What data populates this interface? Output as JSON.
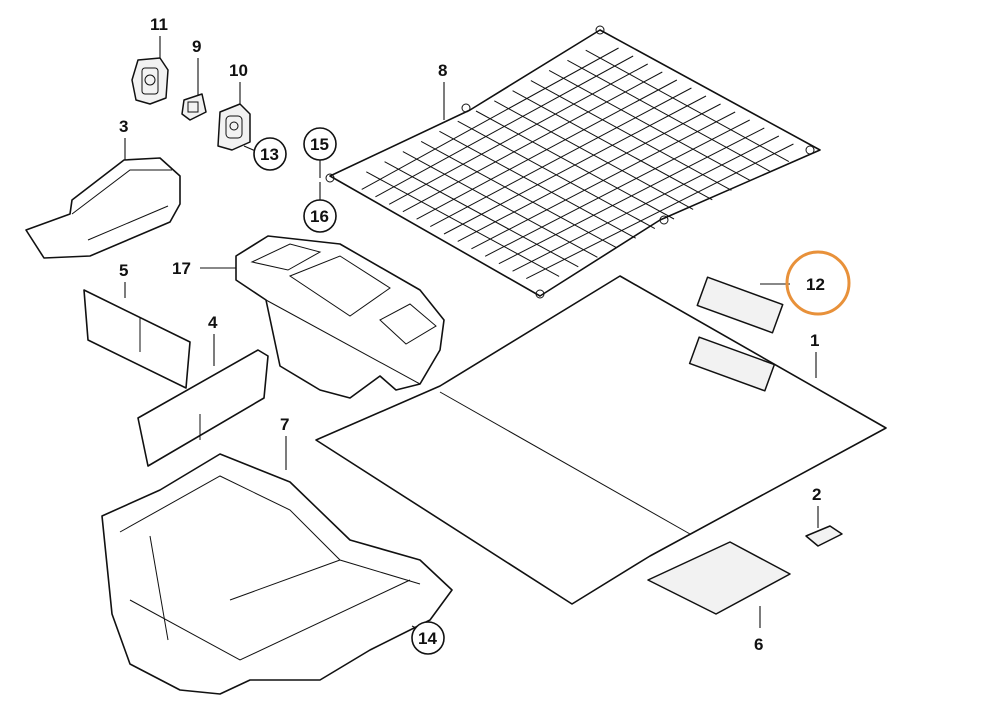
{
  "highlight_color": "#E8913A",
  "callouts": [
    {
      "id": "1",
      "text": "1"
    },
    {
      "id": "2",
      "text": "2"
    },
    {
      "id": "3",
      "text": "3"
    },
    {
      "id": "4",
      "text": "4"
    },
    {
      "id": "5",
      "text": "5"
    },
    {
      "id": "6",
      "text": "6"
    },
    {
      "id": "7",
      "text": "7"
    },
    {
      "id": "8",
      "text": "8"
    },
    {
      "id": "9",
      "text": "9"
    },
    {
      "id": "10",
      "text": "10"
    },
    {
      "id": "11",
      "text": "11"
    },
    {
      "id": "12",
      "text": "12",
      "highlighted": true
    },
    {
      "id": "13",
      "text": "13",
      "circled": true
    },
    {
      "id": "14",
      "text": "14",
      "circled": true
    },
    {
      "id": "15",
      "text": "15",
      "circled": true
    },
    {
      "id": "16",
      "text": "16",
      "circled": true
    },
    {
      "id": "17",
      "text": "17"
    }
  ]
}
